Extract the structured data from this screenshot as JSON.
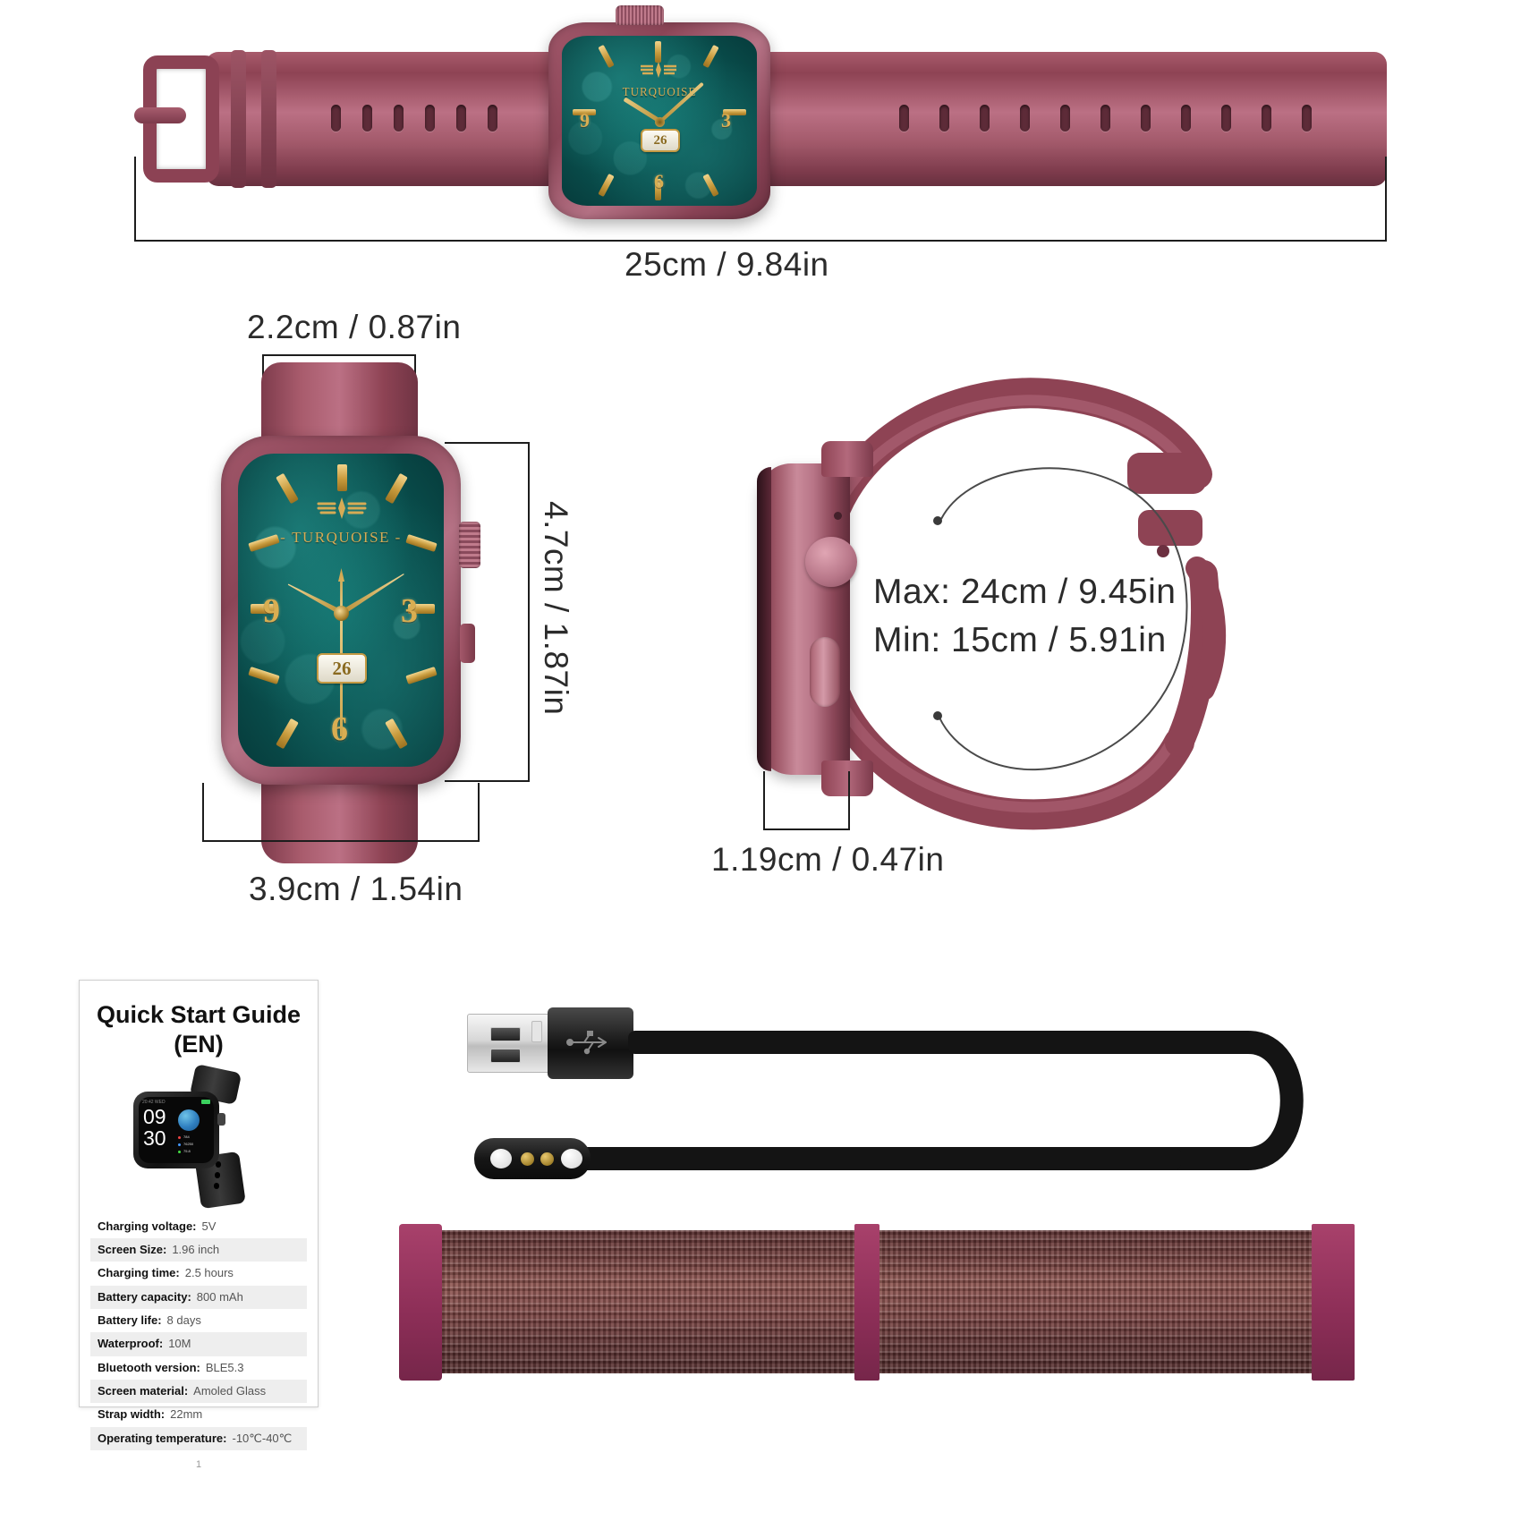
{
  "product": {
    "brand": "TURQUOISE",
    "dial_date": "26",
    "dial_numerals": [
      "9",
      "3",
      "6"
    ]
  },
  "dimensions": {
    "overall_length": "25cm / 9.84in",
    "strap_width": "2.2cm / 0.87in",
    "case_height": "4.7cm / 1.87in",
    "case_width": "3.9cm / 1.54in",
    "case_thickness": "1.19cm / 0.47in",
    "wrist_max": "Max: 24cm / 9.45in",
    "wrist_min": "Min: 15cm / 5.91in"
  },
  "guide": {
    "title_line1": "Quick Start Guide",
    "title_line2": "(EN)",
    "page_number": "1",
    "watch_time_hour": "09",
    "watch_time_minute": "30",
    "specs": [
      {
        "key": "Charging voltage:",
        "value": "5V"
      },
      {
        "key": "Screen Size:",
        "value": "1.96 inch"
      },
      {
        "key": "Charging time:",
        "value": "2.5 hours"
      },
      {
        "key": "Battery capacity:",
        "value": "800 mAh"
      },
      {
        "key": "Battery life:",
        "value": "8 days"
      },
      {
        "key": "Waterproof:",
        "value": "10M"
      },
      {
        "key": "Bluetooth version:",
        "value": "BLE5.3"
      },
      {
        "key": "Screen material:",
        "value": "Amoled Glass"
      },
      {
        "key": "Strap width:",
        "value": "22mm"
      },
      {
        "key": "Operating temperature:",
        "value": "-10℃-40℃"
      }
    ]
  },
  "colors": {
    "strap": "#8e4354",
    "case": "#8b4557",
    "screen": "#0a514f",
    "gold": "#d6ab55",
    "line": "#1d1d1d",
    "text": "#2b2b2b",
    "cable": "#141414",
    "nylon": "#7a4240"
  },
  "accessories": {
    "charger_name": "magnetic-usb-charging-cable",
    "strap_name": "nylon-loop-strap"
  }
}
